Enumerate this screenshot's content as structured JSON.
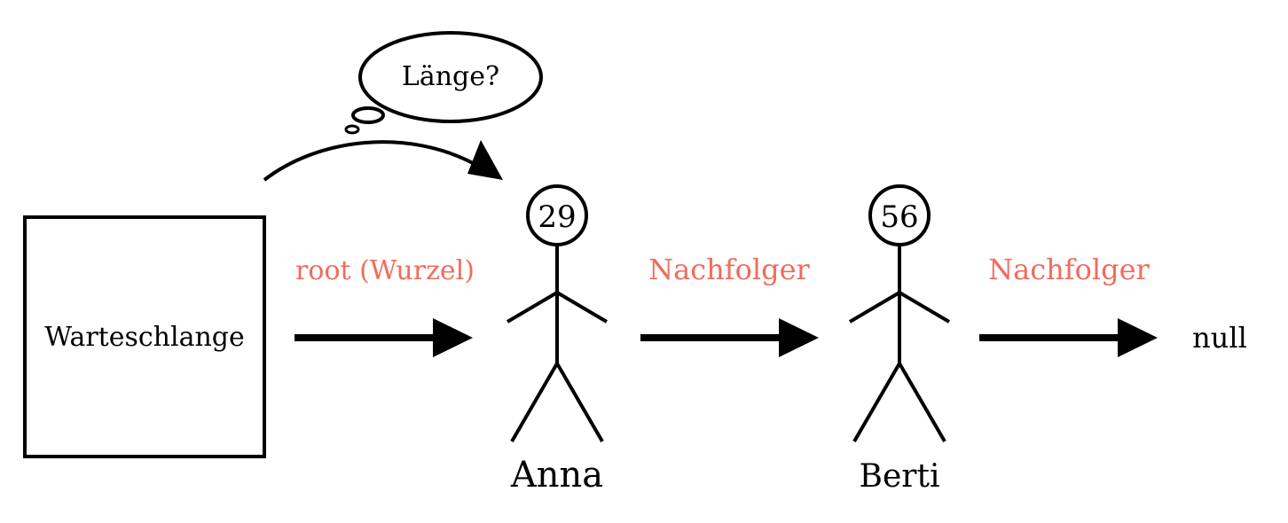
{
  "queue": {
    "label": "Warteschlange"
  },
  "thought": {
    "text": "Länge?"
  },
  "people": [
    {
      "name": "Anna",
      "age": "29"
    },
    {
      "name": "Berti",
      "age": "56"
    }
  ],
  "edges": {
    "root_label": "root (Wurzel)",
    "next_label_1": "Nachfolger",
    "next_label_2": "Nachfolger"
  },
  "end": {
    "label": "null"
  },
  "colors": {
    "label": "#f26b5b",
    "line": "#000000"
  }
}
